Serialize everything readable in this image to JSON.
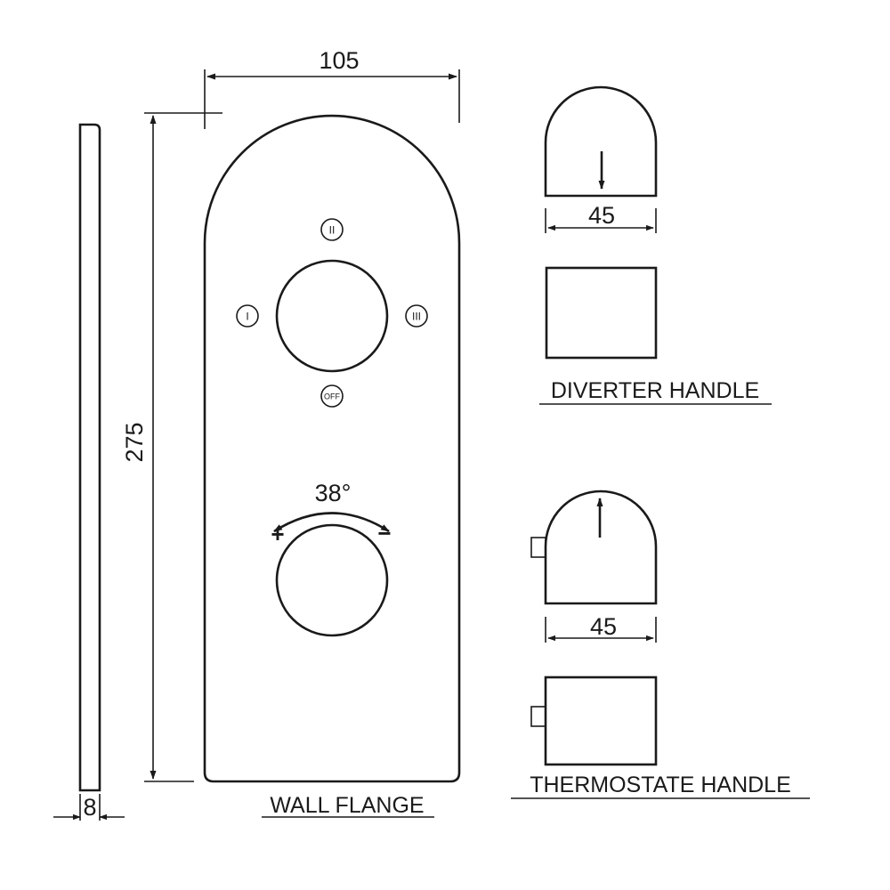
{
  "dimensions": {
    "width": "105",
    "height": "275",
    "thickness": "8",
    "diverter_width": "45",
    "thermostat_width": "45",
    "rotation_angle": "38°"
  },
  "positions": {
    "pos_1": "I",
    "pos_2": "II",
    "pos_3": "III",
    "pos_off": "OFF"
  },
  "symbols": {
    "plus": "+",
    "minus": "−"
  },
  "labels": {
    "wall_flange": "WALL FLANGE",
    "diverter_handle": "DIVERTER HANDLE",
    "thermostat_handle": "THERMOSTATE  HANDLE"
  }
}
